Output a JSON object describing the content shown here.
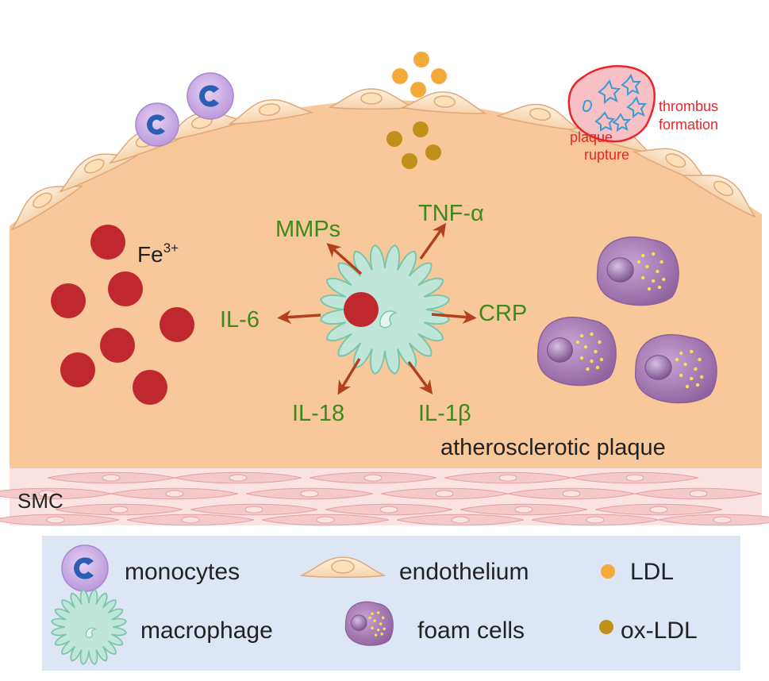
{
  "colors": {
    "plaque": "#f9c89a",
    "cell_outline": "#e6b07e",
    "iron": "#c0282f",
    "cytokine_text": "#3c8a1c",
    "arrow": "#b2401f",
    "ldl": "#f4a93b",
    "oxldl": "#c0901a",
    "rupture_text": "#e8262a",
    "legend_bg": "#dde6f4",
    "smc": "#f4c9c9",
    "monocyte": "#c9a7e6",
    "monocyte_nucleus": "#2c5fb3",
    "macrophage": "#bfe6d8",
    "foam": "#a77ab5"
  },
  "labels": {
    "iron": "Fe",
    "iron_charge": "3+",
    "mmps": "MMPs",
    "tnf": "TNF-α",
    "il6": "IL-6",
    "crp": "CRP",
    "il18": "IL-18",
    "il1b": "IL-1β",
    "plaque": "atherosclerotic plaque",
    "smc": "SMC",
    "thrombus_line1": "thrombus",
    "thrombus_line2": "formation",
    "rupture_line1": "plaque",
    "rupture_line2": "rupture"
  },
  "legend": {
    "monocytes": "monocytes",
    "endothelium": "endothelium",
    "ldl": "LDL",
    "macrophage": "macrophage",
    "foam_cells": "foam cells",
    "oxldl": "ox-LDL"
  }
}
